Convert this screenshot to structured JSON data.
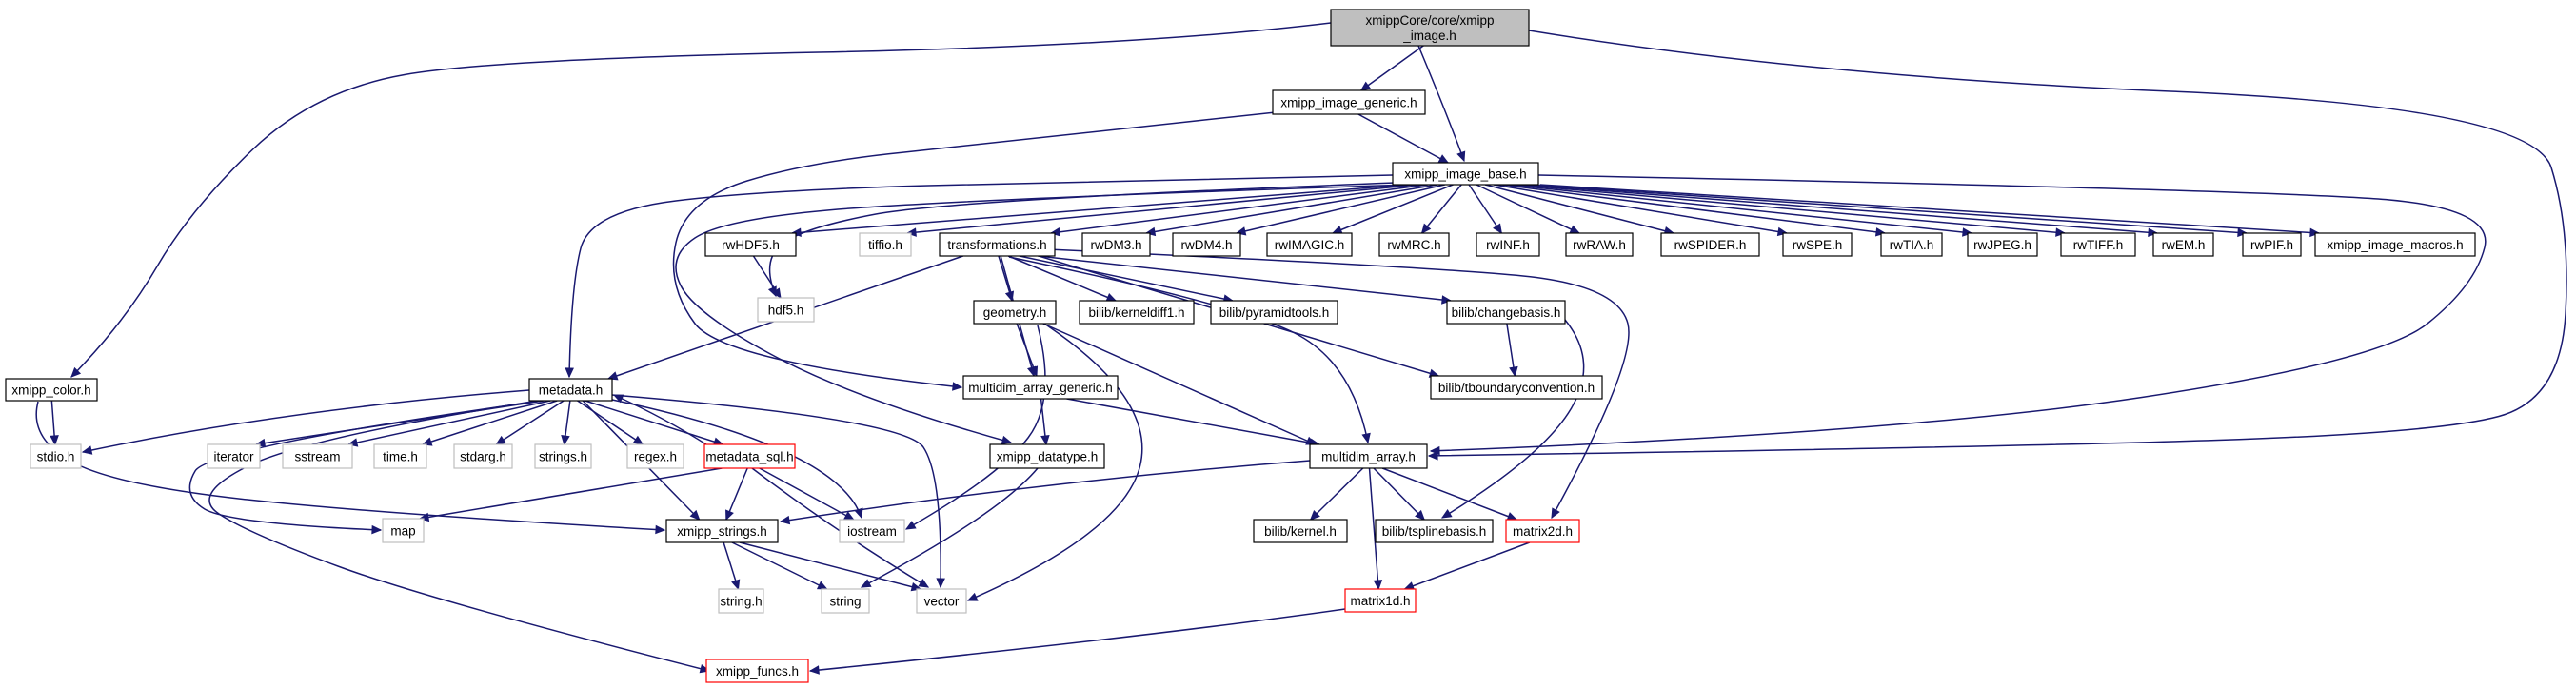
{
  "colors": {
    "edge": "#191970",
    "normal_border": "#000000",
    "normal_fill": "#ffffff",
    "root_fill": "#bfbfbf",
    "system_border": "#bfbfbf",
    "truncated_border": "#ff0000",
    "text": "#000000"
  },
  "nodes": [
    {
      "id": "root",
      "lines": [
        "xmippCore/core/xmipp",
        "_image.h"
      ],
      "style": "root"
    },
    {
      "id": "generic",
      "lines": [
        "xmipp_image_generic.h"
      ],
      "style": "normal"
    },
    {
      "id": "base",
      "lines": [
        "xmipp_image_base.h"
      ],
      "style": "normal"
    },
    {
      "id": "rwHDF5",
      "lines": [
        "rwHDF5.h"
      ],
      "style": "normal"
    },
    {
      "id": "tiffio",
      "lines": [
        "tiffio.h"
      ],
      "style": "system"
    },
    {
      "id": "transformations",
      "lines": [
        "transformations.h"
      ],
      "style": "normal"
    },
    {
      "id": "rwDM3",
      "lines": [
        "rwDM3.h"
      ],
      "style": "normal"
    },
    {
      "id": "rwDM4",
      "lines": [
        "rwDM4.h"
      ],
      "style": "normal"
    },
    {
      "id": "rwIMAGIC",
      "lines": [
        "rwIMAGIC.h"
      ],
      "style": "normal"
    },
    {
      "id": "rwMRC",
      "lines": [
        "rwMRC.h"
      ],
      "style": "normal"
    },
    {
      "id": "rwINF",
      "lines": [
        "rwINF.h"
      ],
      "style": "normal"
    },
    {
      "id": "rwRAW",
      "lines": [
        "rwRAW.h"
      ],
      "style": "normal"
    },
    {
      "id": "rwSPIDER",
      "lines": [
        "rwSPIDER.h"
      ],
      "style": "normal"
    },
    {
      "id": "rwSPE",
      "lines": [
        "rwSPE.h"
      ],
      "style": "normal"
    },
    {
      "id": "rwTIA",
      "lines": [
        "rwTIA.h"
      ],
      "style": "normal"
    },
    {
      "id": "rwJPEG",
      "lines": [
        "rwJPEG.h"
      ],
      "style": "normal"
    },
    {
      "id": "rwTIFF",
      "lines": [
        "rwTIFF.h"
      ],
      "style": "normal"
    },
    {
      "id": "rwEM",
      "lines": [
        "rwEM.h"
      ],
      "style": "normal"
    },
    {
      "id": "rwPIF",
      "lines": [
        "rwPIF.h"
      ],
      "style": "normal"
    },
    {
      "id": "macros",
      "lines": [
        "xmipp_image_macros.h"
      ],
      "style": "normal"
    },
    {
      "id": "hdf5",
      "lines": [
        "hdf5.h"
      ],
      "style": "system"
    },
    {
      "id": "geometry",
      "lines": [
        "geometry.h"
      ],
      "style": "normal"
    },
    {
      "id": "kerneldiff1",
      "lines": [
        "bilib/kerneldiff1.h"
      ],
      "style": "normal"
    },
    {
      "id": "pyramidtools",
      "lines": [
        "bilib/pyramidtools.h"
      ],
      "style": "normal"
    },
    {
      "id": "changebasis",
      "lines": [
        "bilib/changebasis.h"
      ],
      "style": "normal"
    },
    {
      "id": "tboundary",
      "lines": [
        "bilib/tboundaryconvention.h"
      ],
      "style": "normal"
    },
    {
      "id": "xmipp_color",
      "lines": [
        "xmipp_color.h"
      ],
      "style": "normal"
    },
    {
      "id": "metadata",
      "lines": [
        "metadata.h"
      ],
      "style": "normal"
    },
    {
      "id": "multidim_generic",
      "lines": [
        "multidim_array_generic.h"
      ],
      "style": "normal"
    },
    {
      "id": "stdio",
      "lines": [
        "stdio.h"
      ],
      "style": "system"
    },
    {
      "id": "iterator",
      "lines": [
        "iterator"
      ],
      "style": "system"
    },
    {
      "id": "sstream",
      "lines": [
        "sstream"
      ],
      "style": "system"
    },
    {
      "id": "time",
      "lines": [
        "time.h"
      ],
      "style": "system"
    },
    {
      "id": "stdarg",
      "lines": [
        "stdarg.h"
      ],
      "style": "system"
    },
    {
      "id": "strings_h",
      "lines": [
        "strings.h"
      ],
      "style": "system"
    },
    {
      "id": "regex",
      "lines": [
        "regex.h"
      ],
      "style": "system"
    },
    {
      "id": "metadata_sql",
      "lines": [
        "metadata_sql.h"
      ],
      "style": "truncated"
    },
    {
      "id": "datatype",
      "lines": [
        "xmipp_datatype.h"
      ],
      "style": "normal"
    },
    {
      "id": "multidim",
      "lines": [
        "multidim_array.h"
      ],
      "style": "normal"
    },
    {
      "id": "map",
      "lines": [
        "map"
      ],
      "style": "system"
    },
    {
      "id": "xmipp_strings",
      "lines": [
        "xmipp_strings.h"
      ],
      "style": "normal"
    },
    {
      "id": "iostream",
      "lines": [
        "iostream"
      ],
      "style": "system"
    },
    {
      "id": "kernel",
      "lines": [
        "bilib/kernel.h"
      ],
      "style": "normal"
    },
    {
      "id": "tspline",
      "lines": [
        "bilib/tsplinebasis.h"
      ],
      "style": "normal"
    },
    {
      "id": "matrix2d",
      "lines": [
        "matrix2d.h"
      ],
      "style": "truncated"
    },
    {
      "id": "string_h",
      "lines": [
        "string.h"
      ],
      "style": "system"
    },
    {
      "id": "string",
      "lines": [
        "string"
      ],
      "style": "system"
    },
    {
      "id": "vector",
      "lines": [
        "vector"
      ],
      "style": "system"
    },
    {
      "id": "matrix1d",
      "lines": [
        "matrix1d.h"
      ],
      "style": "truncated"
    },
    {
      "id": "funcs",
      "lines": [
        "xmipp_funcs.h"
      ],
      "style": "truncated"
    }
  ],
  "edges": [
    {
      "from": "root",
      "to": "generic"
    },
    {
      "from": "root",
      "to": "base"
    },
    {
      "from": "root",
      "to": "xmipp_color"
    },
    {
      "from": "root",
      "to": "multidim"
    },
    {
      "from": "generic",
      "to": "base"
    },
    {
      "from": "generic",
      "to": "multidim_generic"
    },
    {
      "from": "base",
      "to": "rwHDF5"
    },
    {
      "from": "base",
      "to": "tiffio"
    },
    {
      "from": "base",
      "to": "transformations"
    },
    {
      "from": "base",
      "to": "rwDM3"
    },
    {
      "from": "base",
      "to": "rwDM4"
    },
    {
      "from": "base",
      "to": "rwIMAGIC"
    },
    {
      "from": "base",
      "to": "rwMRC"
    },
    {
      "from": "base",
      "to": "rwINF"
    },
    {
      "from": "base",
      "to": "rwRAW"
    },
    {
      "from": "base",
      "to": "rwSPIDER"
    },
    {
      "from": "base",
      "to": "rwSPE"
    },
    {
      "from": "base",
      "to": "rwTIA"
    },
    {
      "from": "base",
      "to": "rwJPEG"
    },
    {
      "from": "base",
      "to": "rwTIFF"
    },
    {
      "from": "base",
      "to": "rwEM"
    },
    {
      "from": "base",
      "to": "rwPIF"
    },
    {
      "from": "base",
      "to": "macros"
    },
    {
      "from": "base",
      "to": "hdf5"
    },
    {
      "from": "base",
      "to": "metadata"
    },
    {
      "from": "base",
      "to": "datatype"
    },
    {
      "from": "base",
      "to": "multidim"
    },
    {
      "from": "rwHDF5",
      "to": "hdf5"
    },
    {
      "from": "transformations",
      "to": "metadata"
    },
    {
      "from": "transformations",
      "to": "geometry"
    },
    {
      "from": "transformations",
      "to": "kerneldiff1"
    },
    {
      "from": "transformations",
      "to": "pyramidtools"
    },
    {
      "from": "transformations",
      "to": "changebasis"
    },
    {
      "from": "transformations",
      "to": "tboundary"
    },
    {
      "from": "transformations",
      "to": "multidim_generic"
    },
    {
      "from": "transformations",
      "to": "multidim"
    },
    {
      "from": "transformations",
      "to": "matrix2d"
    },
    {
      "from": "geometry",
      "to": "multidim_generic"
    },
    {
      "from": "geometry",
      "to": "multidim"
    },
    {
      "from": "geometry",
      "to": "iostream"
    },
    {
      "from": "geometry",
      "to": "vector"
    },
    {
      "from": "changebasis",
      "to": "tboundary"
    },
    {
      "from": "changebasis",
      "to": "tspline"
    },
    {
      "from": "xmipp_color",
      "to": "stdio"
    },
    {
      "from": "xmipp_color",
      "to": "xmipp_strings"
    },
    {
      "from": "metadata",
      "to": "stdio"
    },
    {
      "from": "metadata",
      "to": "iterator"
    },
    {
      "from": "metadata",
      "to": "sstream"
    },
    {
      "from": "metadata",
      "to": "time"
    },
    {
      "from": "metadata",
      "to": "stdarg"
    },
    {
      "from": "metadata",
      "to": "strings_h"
    },
    {
      "from": "metadata",
      "to": "regex"
    },
    {
      "from": "metadata",
      "to": "metadata_sql"
    },
    {
      "from": "metadata",
      "to": "map"
    },
    {
      "from": "metadata",
      "to": "xmipp_strings"
    },
    {
      "from": "metadata",
      "to": "iostream"
    },
    {
      "from": "metadata",
      "to": "vector"
    },
    {
      "from": "metadata",
      "to": "funcs"
    },
    {
      "from": "metadata_sql",
      "to": "metadata"
    },
    {
      "from": "metadata_sql",
      "to": "map"
    },
    {
      "from": "metadata_sql",
      "to": "xmipp_strings"
    },
    {
      "from": "metadata_sql",
      "to": "iostream"
    },
    {
      "from": "metadata_sql",
      "to": "vector"
    },
    {
      "from": "multidim_generic",
      "to": "datatype"
    },
    {
      "from": "multidim_generic",
      "to": "multidim"
    },
    {
      "from": "datatype",
      "to": "string"
    },
    {
      "from": "multidim",
      "to": "xmipp_strings"
    },
    {
      "from": "multidim",
      "to": "kernel"
    },
    {
      "from": "multidim",
      "to": "tspline"
    },
    {
      "from": "multidim",
      "to": "matrix2d"
    },
    {
      "from": "multidim",
      "to": "matrix1d"
    },
    {
      "from": "matrix2d",
      "to": "matrix1d"
    },
    {
      "from": "matrix1d",
      "to": "funcs"
    },
    {
      "from": "xmipp_strings",
      "to": "string_h"
    },
    {
      "from": "xmipp_strings",
      "to": "string"
    },
    {
      "from": "xmipp_strings",
      "to": "vector"
    }
  ]
}
